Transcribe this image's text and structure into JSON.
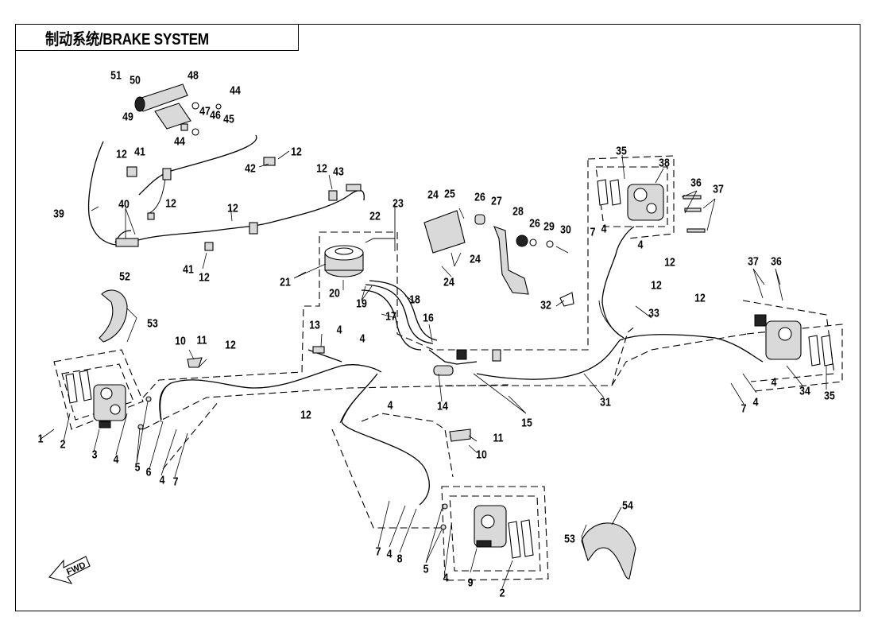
{
  "title": "制动系统/BRAKE SYSTEM",
  "arrow_label": "FWD",
  "callouts": [
    {
      "id": "c1",
      "text": "1"
    },
    {
      "id": "c2a",
      "text": "2"
    },
    {
      "id": "c2b",
      "text": "2"
    },
    {
      "id": "c3",
      "text": "3"
    },
    {
      "id": "c4a",
      "text": "4"
    },
    {
      "id": "c4b",
      "text": "4"
    },
    {
      "id": "c4c",
      "text": "4"
    },
    {
      "id": "c4d",
      "text": "4"
    },
    {
      "id": "c4e",
      "text": "4"
    },
    {
      "id": "c4f",
      "text": "4"
    },
    {
      "id": "c4g",
      "text": "4"
    },
    {
      "id": "c4h",
      "text": "4"
    },
    {
      "id": "c4i",
      "text": "4"
    },
    {
      "id": "c4j",
      "text": "4"
    },
    {
      "id": "c4k",
      "text": "4"
    },
    {
      "id": "c4l",
      "text": "4"
    },
    {
      "id": "c5a",
      "text": "5"
    },
    {
      "id": "c5b",
      "text": "5"
    },
    {
      "id": "c6",
      "text": "6"
    },
    {
      "id": "c7a",
      "text": "7"
    },
    {
      "id": "c7b",
      "text": "7"
    },
    {
      "id": "c7c",
      "text": "7"
    },
    {
      "id": "c7d",
      "text": "7"
    },
    {
      "id": "c8",
      "text": "8"
    },
    {
      "id": "c9",
      "text": "9"
    },
    {
      "id": "c10a",
      "text": "10"
    },
    {
      "id": "c10b",
      "text": "10"
    },
    {
      "id": "c11a",
      "text": "11"
    },
    {
      "id": "c11b",
      "text": "11"
    },
    {
      "id": "c12a",
      "text": "12"
    },
    {
      "id": "c12b",
      "text": "12"
    },
    {
      "id": "c12c",
      "text": "12"
    },
    {
      "id": "c12d",
      "text": "12"
    },
    {
      "id": "c12e",
      "text": "12"
    },
    {
      "id": "c12f",
      "text": "12"
    },
    {
      "id": "c12g",
      "text": "12"
    },
    {
      "id": "c12h",
      "text": "12"
    },
    {
      "id": "c12i",
      "text": "12"
    },
    {
      "id": "c12j",
      "text": "12"
    },
    {
      "id": "c12k",
      "text": "12"
    },
    {
      "id": "c12l",
      "text": "12"
    },
    {
      "id": "c13",
      "text": "13"
    },
    {
      "id": "c14",
      "text": "14"
    },
    {
      "id": "c15",
      "text": "15"
    },
    {
      "id": "c16",
      "text": "16"
    },
    {
      "id": "c17",
      "text": "17"
    },
    {
      "id": "c18",
      "text": "18"
    },
    {
      "id": "c19",
      "text": "19"
    },
    {
      "id": "c20",
      "text": "20"
    },
    {
      "id": "c21",
      "text": "21"
    },
    {
      "id": "c22",
      "text": "22"
    },
    {
      "id": "c23",
      "text": "23"
    },
    {
      "id": "c24a",
      "text": "24"
    },
    {
      "id": "c24b",
      "text": "24"
    },
    {
      "id": "c24c",
      "text": "24"
    },
    {
      "id": "c25",
      "text": "25"
    },
    {
      "id": "c26a",
      "text": "26"
    },
    {
      "id": "c26b",
      "text": "26"
    },
    {
      "id": "c27",
      "text": "27"
    },
    {
      "id": "c28",
      "text": "28"
    },
    {
      "id": "c29",
      "text": "29"
    },
    {
      "id": "c30",
      "text": "30"
    },
    {
      "id": "c31",
      "text": "31"
    },
    {
      "id": "c32",
      "text": "32"
    },
    {
      "id": "c33",
      "text": "33"
    },
    {
      "id": "c34",
      "text": "34"
    },
    {
      "id": "c35a",
      "text": "35"
    },
    {
      "id": "c35b",
      "text": "35"
    },
    {
      "id": "c36a",
      "text": "36"
    },
    {
      "id": "c36b",
      "text": "36"
    },
    {
      "id": "c37a",
      "text": "37"
    },
    {
      "id": "c37b",
      "text": "37"
    },
    {
      "id": "c38",
      "text": "38"
    },
    {
      "id": "c39",
      "text": "39"
    },
    {
      "id": "c40",
      "text": "40"
    },
    {
      "id": "c41a",
      "text": "41"
    },
    {
      "id": "c41b",
      "text": "41"
    },
    {
      "id": "c42",
      "text": "42"
    },
    {
      "id": "c43",
      "text": "43"
    },
    {
      "id": "c44a",
      "text": "44"
    },
    {
      "id": "c44b",
      "text": "44"
    },
    {
      "id": "c45",
      "text": "45"
    },
    {
      "id": "c46",
      "text": "46"
    },
    {
      "id": "c47",
      "text": "47"
    },
    {
      "id": "c48",
      "text": "48"
    },
    {
      "id": "c49",
      "text": "49"
    },
    {
      "id": "c50",
      "text": "50"
    },
    {
      "id": "c51",
      "text": "51"
    },
    {
      "id": "c52",
      "text": "52"
    },
    {
      "id": "c53a",
      "text": "53"
    },
    {
      "id": "c53b",
      "text": "53"
    },
    {
      "id": "c54",
      "text": "54"
    }
  ]
}
